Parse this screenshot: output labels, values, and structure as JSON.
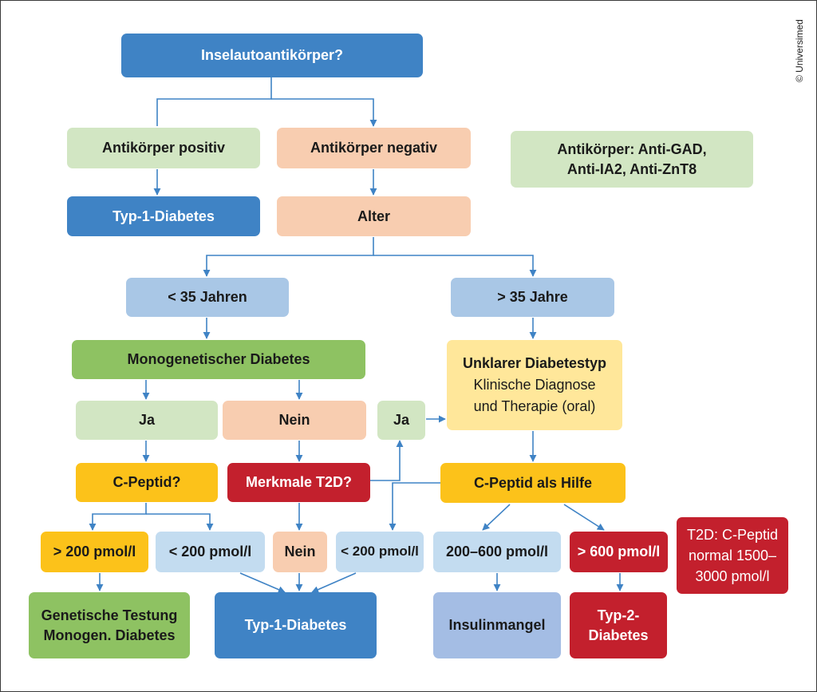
{
  "diagram": {
    "copyright": "© Universimed",
    "nodes": {
      "q_antibodies": "Inselautoantikörper?",
      "ab_positive": "Antikörper positiv",
      "ab_negative": "Antikörper negativ",
      "ab_list_line1": "Antikörper: Anti-GAD,",
      "ab_list_line2": "Anti-IA2, Anti-ZnT8",
      "type1_top": "Typ-1-Diabetes",
      "age": "Alter",
      "under35": "< 35 Jahren",
      "over35": "> 35 Jahre",
      "monogenic": "Monogenetischer Diabetes",
      "unclear_title": "Unklarer Diabetestyp",
      "unclear_line2": "Klinische Diagnose",
      "unclear_line3": "und Therapie (oral)",
      "ja_left": "Ja",
      "nein_left": "Nein",
      "ja_mid": "Ja",
      "cpeptide_q": "C-Peptid?",
      "t2d_features_q": "Merkmale T2D?",
      "cpeptide_help": "C-Peptid als Hilfe",
      "gt200": "> 200 pmol/l",
      "lt200_left": "< 200 pmol/l",
      "nein_mid": "Nein",
      "lt200_mid": "< 200 pmol/l",
      "range200_600": "200–600 pmol/l",
      "gt600": "> 600 pmol/l",
      "genetic_line1": "Genetische Testung",
      "genetic_line2": "Monogen. Diabetes",
      "type1_bottom": "Typ-1-Diabetes",
      "insulin_deficiency": "Insulinmangel",
      "type2_line1": "Typ-2-",
      "type2_line2": "Diabetes",
      "t2d_note_line1": "T2D: C-Peptid",
      "t2d_note_line2": "normal 1500–",
      "t2d_note_line3": "3000 pmol/l"
    },
    "colors": {
      "connector": "#3f83c5",
      "dark_blue": "#3f83c5",
      "light_green": "#d2e6c3",
      "green": "#8ec262",
      "peach": "#f8cdb0",
      "light_blue": "#a9c7e6",
      "yellow": "#ffe79a",
      "orange": "#fcc21a",
      "red": "#c3202d",
      "slate_blue": "#a4bde4"
    }
  }
}
